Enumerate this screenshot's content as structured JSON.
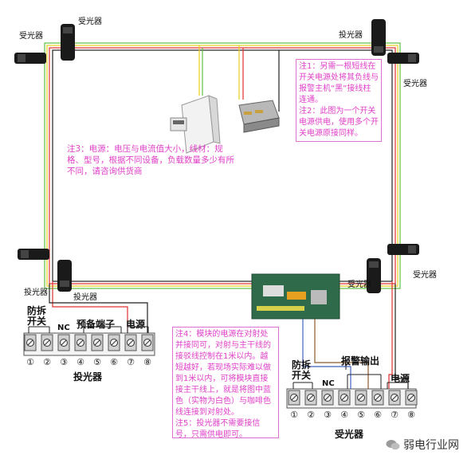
{
  "labels": {
    "receiver_tl": "受光器",
    "receiver_tc": "受光器",
    "transmitter_tr": "投光器",
    "receiver_r": "受光器",
    "transmitter_bl": "投光器",
    "transmitter_bc": "投光器",
    "receiver_br": "受光器",
    "receiver_br2": "受光器"
  },
  "note1": "注1：另需一根短线在开关电源处将其负线与报警主机“黑”接线柱连通。",
  "note2": "注2：此图为一个开关电源供电，使用多个开关电源原接同样。",
  "note3": "注3：电源：电压与电流值大小，线材：规格、型号，根据不同设备，负载数量多少有所不同，请咨询供货商",
  "note4": "注4：模块的电源在对射处并接同可，对射与主干线的接驳线控制在1米以内。越短越好，若现场实际难以做到1米以内，可将模块直接接主干线上，就是将图中蓝色（实物为白色）与咖啡色线连接到对射处。",
  "note5": "注5：投光器不需要接信号，只需供电即可。",
  "left_block": {
    "tamper": "防拆\n开关",
    "nc": "NC",
    "reserve": "预备端子",
    "power": "电源",
    "terminals": [
      "①",
      "②",
      "③",
      "④",
      "⑤",
      "⑥",
      "⑦",
      "⑧"
    ],
    "name": "投光器"
  },
  "right_block": {
    "tamper": "防拆\n开关",
    "nc": "NC",
    "alarm": "报警输出",
    "power": "电源",
    "terminals": [
      "①",
      "②",
      "③",
      "④",
      "⑤",
      "⑥",
      "⑦",
      "⑧"
    ],
    "name": "受光器"
  },
  "watermark": "弱电行业网",
  "colors": {
    "wire_red": "#e03030",
    "wire_yellow": "#e8d020",
    "wire_green": "#60c040",
    "wire_blue": "#4060c0",
    "wire_black": "#222222",
    "note_pink": "#e040c8"
  }
}
